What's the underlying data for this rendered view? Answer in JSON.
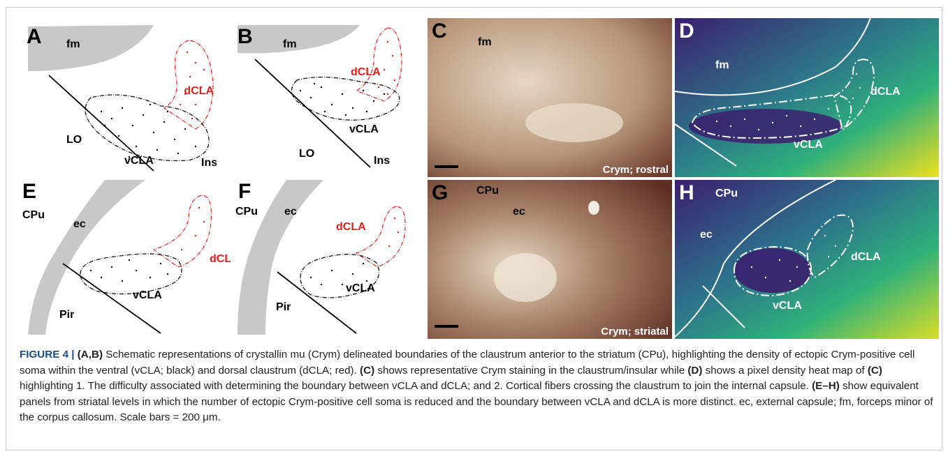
{
  "figure": {
    "panels": {
      "A": {
        "letter": "A",
        "fm": "fm",
        "dcla": "dCLA",
        "lo": "LO",
        "vcla": "vCLA",
        "ins": "Ins"
      },
      "B": {
        "letter": "B",
        "fm": "fm",
        "dcla": "dCLA",
        "vcla": "vCLA",
        "lo": "LO",
        "ins": "Ins"
      },
      "C": {
        "letter": "C",
        "fm": "fm",
        "note": "Crym; rostral"
      },
      "D": {
        "letter": "D",
        "fm": "fm",
        "dcla": "dCLA",
        "vcla": "vCLA"
      },
      "E": {
        "letter": "E",
        "cpu": "CPu",
        "ec": "ec",
        "dcla": "dCLA",
        "vcla": "vCLA",
        "pir": "Pir"
      },
      "F": {
        "letter": "F",
        "cpu": "CPu",
        "ec": "ec",
        "dcla": "dCLA",
        "vcla": "vCLA",
        "pir": "Pir"
      },
      "G": {
        "letter": "G",
        "cpu": "CPu",
        "ec": "ec",
        "note": "Crym; striatal"
      },
      "H": {
        "letter": "H",
        "cpu": "CPu",
        "ec": "ec",
        "dcla": "dCLA",
        "vcla": "vCLA"
      }
    },
    "caption": {
      "label": "FIGURE 4 | ",
      "s1_ref": "(A,B)",
      "s1": " Schematic representations of crystallin mu (Crym) delineated boundaries of the claustrum anterior to the striatum (CPu), highlighting the density of ectopic Crym-positive cell soma within the ventral (vCLA; black) and dorsal claustrum (dCLA; red). ",
      "s2_ref": "(C)",
      "s2": " shows representative Crym staining in the claustrum/insular while ",
      "s3_ref": "(D)",
      "s3": " shows a pixel density heat map of ",
      "s4_ref": "(C)",
      "s4": " highlighting 1. The difficulty associated with determining the boundary between vCLA and dCLA; and 2. Cortical fibers crossing the claustrum to join the internal capsule. ",
      "s5_ref": "(E–H)",
      "s5": " show equivalent panels from striatal levels in which the number of ectopic Crym-positive cell soma is reduced and the boundary between vCLA and dCLA is more distinct. ec, external capsule; fm, forceps minor of the corpus callosum. Scale bars = 200 μm."
    },
    "colors": {
      "red": "#e0201b",
      "gray": "#c8c8c8",
      "stain_light": "#d9c9b6",
      "stain_dark": "#6d3b2c",
      "heat_dark": "#3b1f6e",
      "heat_yellow": "#f0e01e",
      "heat_green": "#2fb17a"
    }
  }
}
